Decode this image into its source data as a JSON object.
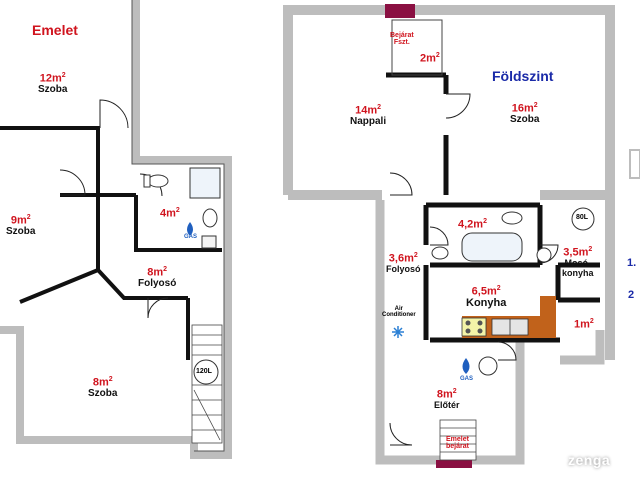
{
  "floors": {
    "upper": "Emelet",
    "ground": "Földszint"
  },
  "upper_rooms": [
    {
      "area_num": "12",
      "name": "Szoba"
    },
    {
      "area_num": "9",
      "name": "Szoba"
    },
    {
      "area_num": "4",
      "name": ""
    },
    {
      "area_num": "8",
      "name": "Folyosó"
    },
    {
      "area_num": "8",
      "name": "Szoba"
    }
  ],
  "ground_rooms": [
    {
      "area_num": "2",
      "name": ""
    },
    {
      "area_num": "14",
      "name": "Nappali"
    },
    {
      "area_num": "16",
      "name": "Szoba"
    },
    {
      "area_num": "4,2",
      "name": ""
    },
    {
      "area_num": "3,6",
      "name": "Folyosó"
    },
    {
      "area_num": "3,5",
      "name": "Mosó-\nkonyha"
    },
    {
      "area_num": "6,5",
      "name": "Konyha"
    },
    {
      "area_num": "1",
      "name": ""
    },
    {
      "area_num": "8",
      "name": "Előtér"
    }
  ],
  "area_unit": "m",
  "area_sup": "2",
  "labels": {
    "entrance_ground": "Bejárat\nFszt.",
    "entrance_upper": "Emelet\nbejárat",
    "air_conditioner": "Air\nConditioner",
    "boiler_upper": "120L",
    "boiler_ground": "80L",
    "gas": "GAS",
    "legend_1": "1.",
    "legend_2": "2"
  },
  "watermark": "zenga",
  "icons": [
    "gas-meter-icon",
    "toilet-icon",
    "sink-icon",
    "shower-icon",
    "bathtub-icon",
    "stove-icon",
    "washing-machine-icon",
    "snowflake-icon",
    "camera-icon"
  ],
  "colors": {
    "wall": "#111111",
    "outer_wall": "#bdbdbd",
    "area_text": "#d0141e",
    "floor_title_upper": "#d0141e",
    "floor_title_ground": "#1a2aa8",
    "entrance": "#8a1042",
    "counter": "#c1621b",
    "gas_blue": "#1f5fbf"
  }
}
